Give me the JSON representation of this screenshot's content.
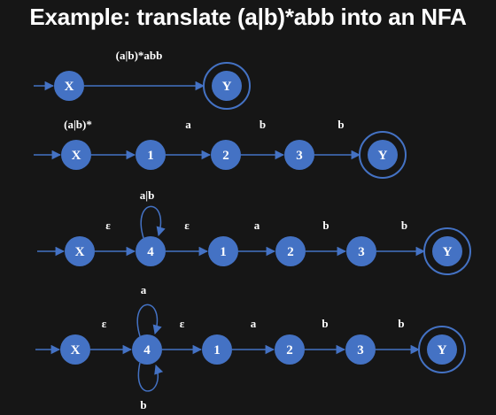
{
  "title": "Example: translate (a|b)*abb into an NFA",
  "rows": [
    {
      "nodes": [
        "X",
        "Y"
      ],
      "accept": [
        1
      ],
      "labels": [
        "(a|b)*abb"
      ],
      "loops": []
    },
    {
      "nodes": [
        "X",
        "1",
        "2",
        "3",
        "Y"
      ],
      "accept": [
        4
      ],
      "labels": [
        "(a|b)*",
        "a",
        "b",
        "b"
      ],
      "loops": []
    },
    {
      "nodes": [
        "X",
        "4",
        "1",
        "2",
        "3",
        "Y"
      ],
      "accept": [
        5
      ],
      "labels": [
        "ε",
        "ε",
        "a",
        "b",
        "b"
      ],
      "loops": [
        {
          "node": 1,
          "label": "a|b",
          "side": "top"
        }
      ]
    },
    {
      "nodes": [
        "X",
        "4",
        "1",
        "2",
        "3",
        "Y"
      ],
      "accept": [
        5
      ],
      "labels": [
        "ε",
        "ε",
        "a",
        "b",
        "b"
      ],
      "loops": [
        {
          "node": 1,
          "label": "a",
          "side": "top"
        },
        {
          "node": 1,
          "label": "b",
          "side": "bottom"
        }
      ]
    }
  ],
  "colors": {
    "node": "#4472c4",
    "text": "#ffffff",
    "background": "#161616"
  }
}
